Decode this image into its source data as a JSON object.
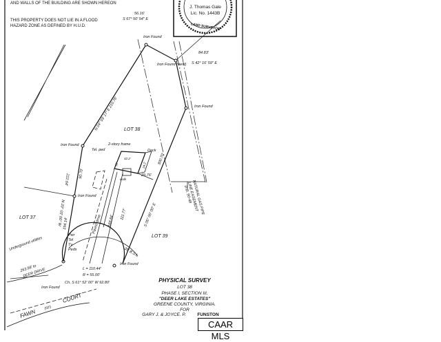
{
  "notes": {
    "walls": "AND WALLS OF THE BUILDING ARE SHOWN HEREON",
    "flood_1": "THIS PROPERTY DOES NOT LIE IN A FLOOD",
    "flood_2": "HAZARD ZONE AS DEFINED BY H.U.D."
  },
  "seal": {
    "name": "J. Thomas Gale",
    "lic": "Lic. No. 1443B",
    "ring": "LAND SURVEYOR"
  },
  "bearings": {
    "top_dist": "56.16'",
    "top_bearing": "S 67° 50' 54\" E",
    "ne_dist": "84.83'",
    "ne_bearing": "S 42° 16' 59\" E",
    "nw": "N 04° 59' 17\" E  210.76'",
    "east_dist": "300.70'",
    "east_bearing": "S 05° 00' 00\" E",
    "west_dist": "90.70'",
    "west_total": "222.64'",
    "west_bearing": "N 20° 03' 00\" W",
    "west_lower": "194.14'",
    "drive_dist": "168.84'",
    "house_dist": "111.77'",
    "house_offset": "29.76'",
    "house_width": "42.2'",
    "house_depth": "24.2'",
    "house_side": "31'"
  },
  "labels": {
    "iron_found": "Iron Found",
    "iron_found_bent": "Iron Found (bent)",
    "lot38": "LOT 38",
    "lot37": "LOT 37",
    "lot39": "LOT 39",
    "tel_ped": "Tel. ped",
    "house": "2-story frame",
    "deck": "Deck",
    "walk": "walk",
    "paved_drive": "Paved drive",
    "easement_1": "NATURAL GAS PIPE",
    "easement_2": "LINE EASEMENT",
    "easement_3": "D.B. 90-48",
    "underground": "Underground utilities",
    "to_deer_drive_1": "263.98' to",
    "to_deer_drive_2": "DEER DRIVE",
    "pwr": "Pwr",
    "tel": "Tel",
    "tv": "Tv",
    "peds": "Peds",
    "bsl": "35' B.S.L.",
    "curve_l": "L = 110.44'",
    "curve_r": "R = 55.00'",
    "curve_ch": "Ch. S 61° 52' 00\" W  92.80'",
    "road_1": "FAWN",
    "road_2": "(50')",
    "road_3": "COURT"
  },
  "title_block": {
    "line1": "PHYSICAL SURVEY",
    "line2": "LOT 38",
    "line3": "PHASE I, SECTION III,",
    "line4": "\"DEER LAKE ESTATES\"",
    "line5": "GREENE COUNTY, VIRGINIA.",
    "line6": "FOR",
    "line7_a": "GARY J. & JOYCE. P.",
    "line7_b": "FUNSTON"
  },
  "watermark": "CAAR MLS"
}
